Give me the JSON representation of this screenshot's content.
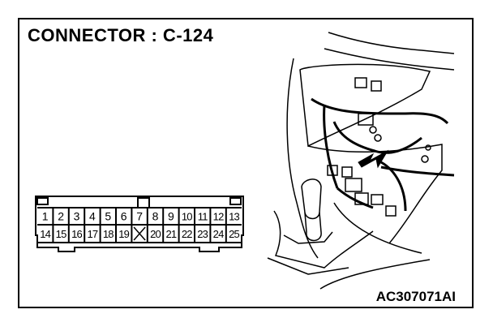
{
  "title": "CONNECTOR : C-124",
  "figure_code": "AC307071AI",
  "connector": {
    "row1": [
      "1",
      "2",
      "3",
      "4",
      "5",
      "6",
      "7",
      "8",
      "9",
      "10",
      "11",
      "12",
      "13"
    ],
    "row2": [
      "14",
      "15",
      "16",
      "17",
      "18",
      "19",
      "",
      "20",
      "21",
      "22",
      "23",
      "24",
      "25"
    ],
    "empty_pin_icon": "x-mark-icon"
  },
  "colors": {
    "line": "#000000",
    "background": "#ffffff"
  }
}
